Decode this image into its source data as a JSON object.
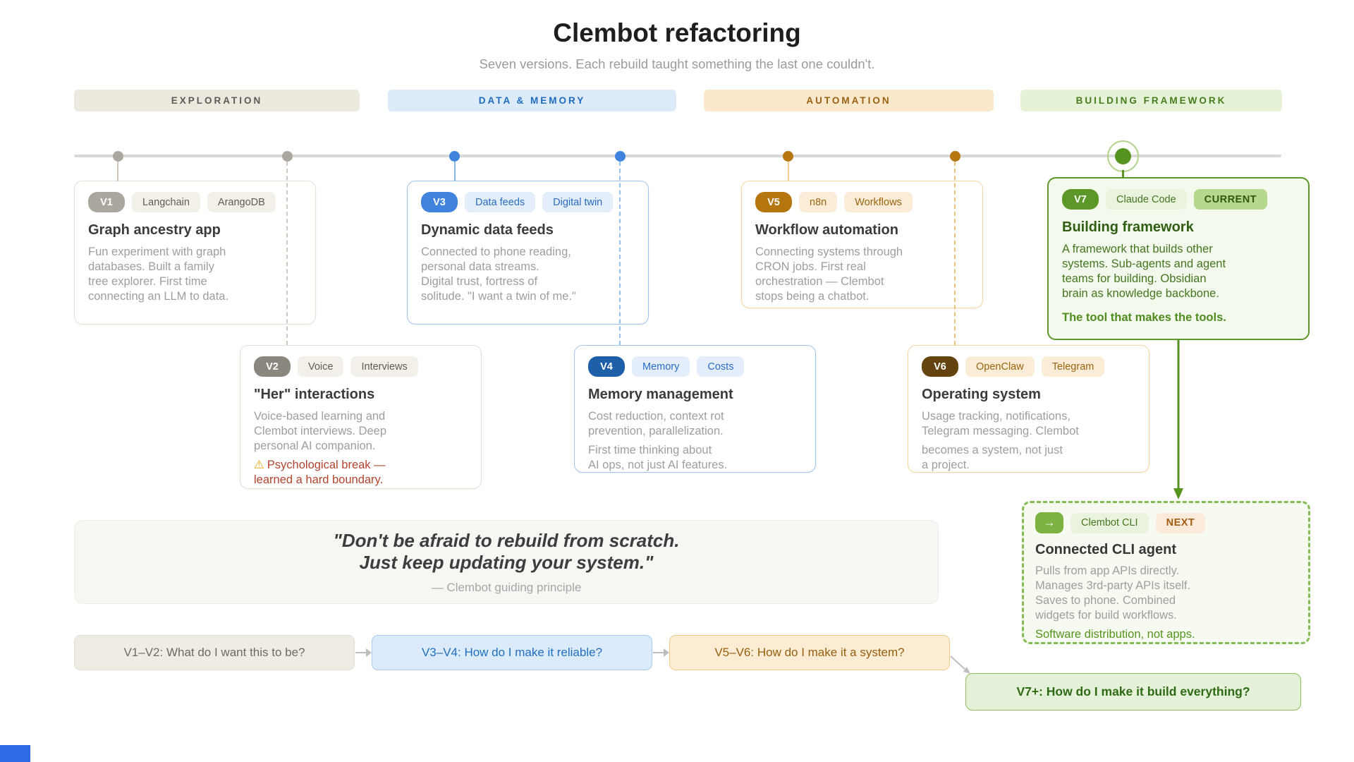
{
  "header": {
    "title": "Clembot refactoring",
    "subtitle": "Seven versions. Each rebuild taught something the last one couldn't."
  },
  "phases": [
    {
      "label": "EXPLORATION"
    },
    {
      "label": "DATA & MEMORY"
    },
    {
      "label": "AUTOMATION"
    },
    {
      "label": "BUILDING FRAMEWORK"
    }
  ],
  "versions": [
    {
      "badge": "V1",
      "tags": [
        "Langchain",
        "ArangoDB"
      ],
      "title": "Graph ancestry app",
      "body": "Fun experiment with graph\ndatabases. Built a family\ntree explorer. First time\nconnecting an LLM to data."
    },
    {
      "badge": "V2",
      "tags": [
        "Voice",
        "Interviews"
      ],
      "title": "\"Her\" interactions",
      "body": "Voice-based learning and\nClembot interviews. Deep\npersonal AI companion.",
      "warning_icon": "⚠",
      "warning": "Psychological break —\nlearned a hard boundary."
    },
    {
      "badge": "V3",
      "tags": [
        "Data feeds",
        "Digital twin"
      ],
      "title": "Dynamic data feeds",
      "body": "Connected to phone reading,\npersonal data streams.\nDigital trust, fortress of\nsolitude. \"I want a twin of me.\""
    },
    {
      "badge": "V4",
      "tags": [
        "Memory",
        "Costs"
      ],
      "title": "Memory management",
      "body": "Cost reduction, context rot\nprevention, parallelization.",
      "body2": "First time thinking about\nAI ops, not just AI features."
    },
    {
      "badge": "V5",
      "tags": [
        "n8n",
        "Workflows"
      ],
      "title": "Workflow automation",
      "body": "Connecting systems through\nCRON jobs. First real\norchestration — Clembot\nstops being a chatbot."
    },
    {
      "badge": "V6",
      "tags": [
        "OpenClaw",
        "Telegram"
      ],
      "title": "Operating system",
      "body": "Usage tracking, notifications,\nTelegram messaging. Clembot",
      "body2": "becomes a system, not just\na project."
    },
    {
      "badge": "V7",
      "tags": [
        "Claude Code"
      ],
      "current_label": "CURRENT",
      "title": "Building framework",
      "body": "A framework that builds other\nsystems. Sub-agents and agent\nteams for building. Obsidian\nbrain as knowledge backbone.",
      "highlight": "The tool that makes the tools."
    }
  ],
  "quote": {
    "line1": "\"Don't be afraid to rebuild from scratch.",
    "line2": "Just keep updating your system.\"",
    "attribution": "— Clembot guiding principle"
  },
  "cli_card": {
    "arrow_icon": "→",
    "tag": "Clembot CLI",
    "next_label": "NEXT",
    "title": "Connected CLI agent",
    "body": "Pulls from app APIs directly.\nManages 3rd-party APIs itself.\nSaves to phone. Combined\nwidgets for build workflows.",
    "highlight": "Software distribution, not apps."
  },
  "questions": [
    {
      "label": "V1–V2: What do I want this to be?"
    },
    {
      "label": "V3–V4: How do I make it reliable?"
    },
    {
      "label": "V5–V6: How do I make it a system?"
    },
    {
      "label": "V7+: How do I make it build everything?"
    }
  ],
  "colors": {
    "gray_badge": "#aba79e",
    "dark_gray_badge": "#8b877f",
    "blue_badge": "#3f83de",
    "dark_blue_badge": "#1d5fa9",
    "amber_badge": "#b5750f",
    "brown_badge": "#64430f",
    "green_badge": "#5d9727",
    "warning_text": "#b2442e",
    "green_arrow": "#55941f",
    "bottom_strip_blue": "#2e6ce6"
  }
}
